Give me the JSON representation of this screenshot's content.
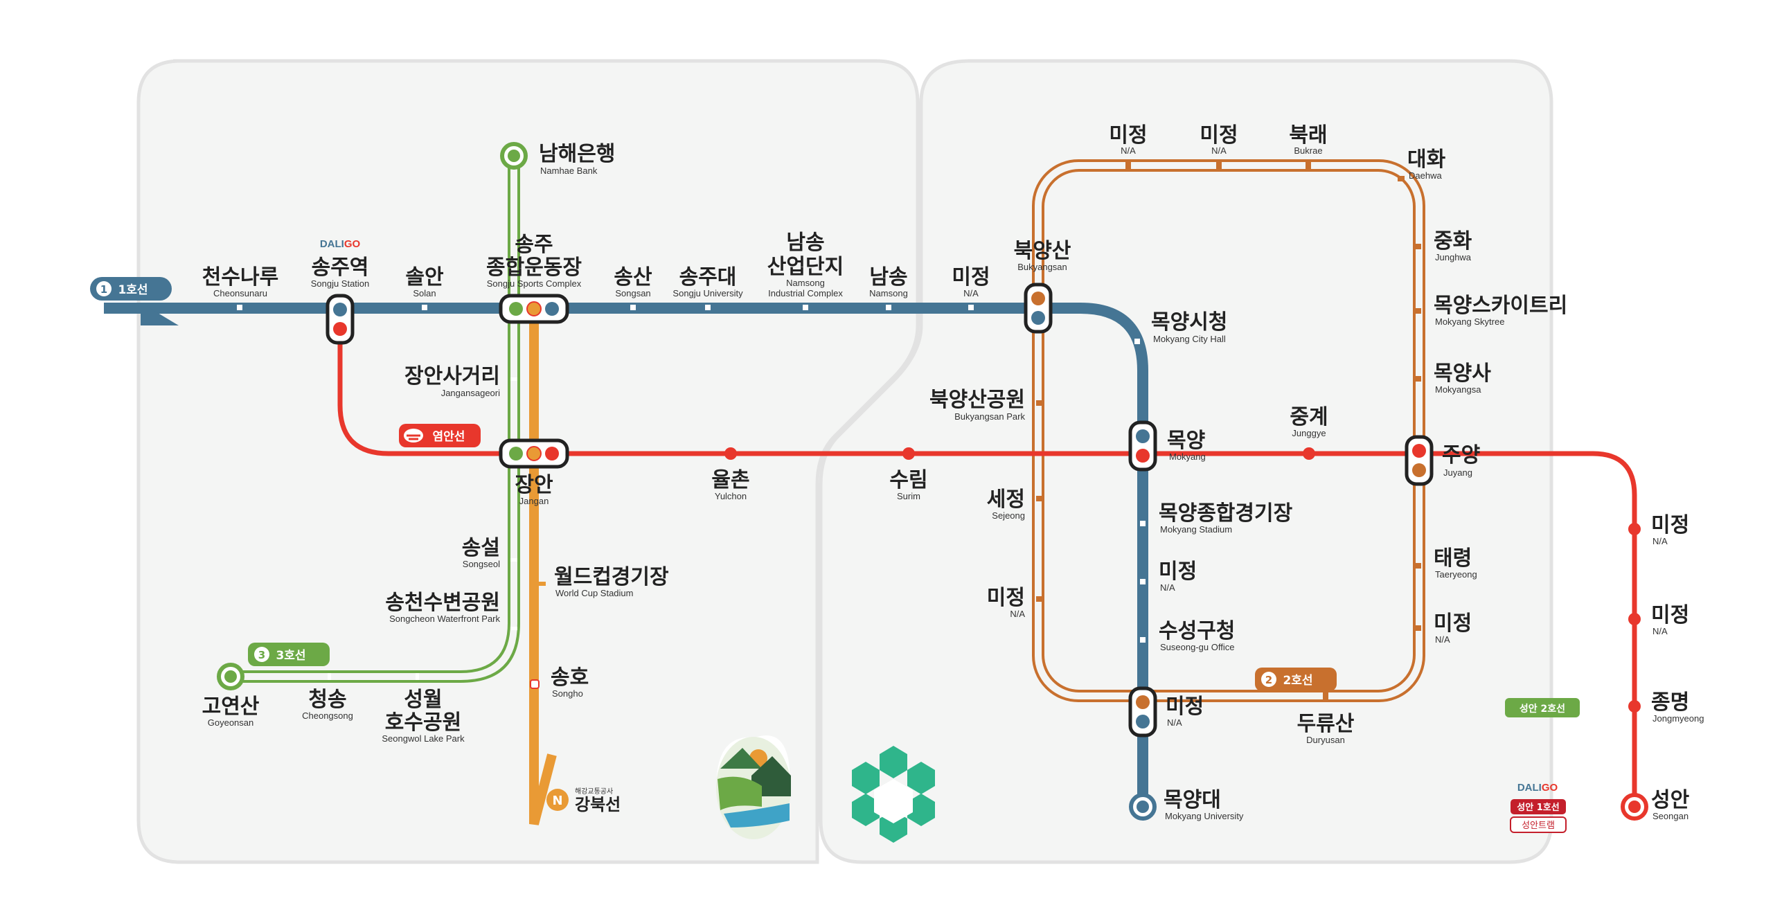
{
  "lines": {
    "line1": {
      "color": "#457594",
      "label": "1호선",
      "num": "1"
    },
    "line2": {
      "color": "#C8702E",
      "label": "2호선",
      "num": "2"
    },
    "line3": {
      "color": "#6CA946",
      "label": "3호선",
      "num": "3"
    },
    "yeoman": {
      "color": "#E8372C",
      "label": "염안선"
    },
    "gangbuk": {
      "color": "#E99A35",
      "label": "강북선",
      "operator": "해강교통공사",
      "num": "N"
    },
    "seongan": {
      "color": "#E8372C"
    }
  },
  "stations": {
    "namhae": {
      "ko": "남해은행",
      "en": "Namhae Bank"
    },
    "cheonsunaru": {
      "ko": "천수나루",
      "en": "Cheonsunaru"
    },
    "songju": {
      "ko": "송주역",
      "en": "Songju Station",
      "brand": "DALIGO"
    },
    "solan": {
      "ko": "솔안",
      "en": "Solan"
    },
    "sportscomplex": {
      "ko1": "송주",
      "ko2": "종합운동장",
      "en": "Songju Sports Complex"
    },
    "songsan": {
      "ko": "송산",
      "en": "Songsan"
    },
    "songjudae": {
      "ko": "송주대",
      "en": "Songju University"
    },
    "namsongind": {
      "ko1": "남송",
      "ko2": "산업단지",
      "en1": "Namsong",
      "en2": "Industrial Complex"
    },
    "namsong": {
      "ko": "남송",
      "en": "Namsong"
    },
    "mijeong_l1": {
      "ko": "미정",
      "en": "N/A"
    },
    "bukyangsan": {
      "ko": "북양산",
      "en": "Bukyangsan"
    },
    "cityhall": {
      "ko": "목양시청",
      "en": "Mokyang City Hall"
    },
    "janganri": {
      "ko": "장안사거리",
      "en": "Jangansageori"
    },
    "jangan": {
      "ko": "장안",
      "en": "Jangan"
    },
    "yulchon": {
      "ko": "율촌",
      "en": "Yulchon"
    },
    "surim": {
      "ko": "수림",
      "en": "Surim"
    },
    "bukpark": {
      "ko": "북양산공원",
      "en": "Bukyangsan Park"
    },
    "mokyang": {
      "ko": "목양",
      "en": "Mokyang"
    },
    "junggye": {
      "ko": "중계",
      "en": "Junggye"
    },
    "juyang": {
      "ko": "주양",
      "en": "Juyang"
    },
    "sejeong": {
      "ko": "세정",
      "en": "Sejeong"
    },
    "mijeong_w": {
      "ko": "미정",
      "en": "N/A"
    },
    "stadium": {
      "ko": "목양종합경기장",
      "en": "Mokyang Stadium"
    },
    "mijeong_c": {
      "ko": "미정",
      "en": "N/A"
    },
    "suseong": {
      "ko": "수성구청",
      "en": "Suseong-gu Office"
    },
    "mijeong_sw": {
      "ko": "미정",
      "en": "N/A"
    },
    "duryusan": {
      "ko": "두류산",
      "en": "Duryusan"
    },
    "mokyangdae": {
      "ko": "목양대",
      "en": "Mokyang University"
    },
    "mijeong_t1": {
      "ko": "미정",
      "en": "N/A"
    },
    "mijeong_t2": {
      "ko": "미정",
      "en": "N/A"
    },
    "bukrae": {
      "ko": "북래",
      "en": "Bukrae"
    },
    "daehwa": {
      "ko": "대화",
      "en": "Daehwa"
    },
    "junghwa": {
      "ko": "중화",
      "en": "Junghwa"
    },
    "skytree": {
      "ko": "목양스카이트리",
      "en": "Mokyang Skytree"
    },
    "mokyangsa": {
      "ko": "목양사",
      "en": "Mokyangsa"
    },
    "taeryeong": {
      "ko": "태령",
      "en": "Taeryeong"
    },
    "mijeong_e": {
      "ko": "미정",
      "en": "N/A"
    },
    "mijeong_r1": {
      "ko": "미정",
      "en": "N/A"
    },
    "mijeong_r2": {
      "ko": "미정",
      "en": "N/A"
    },
    "jongmyeong": {
      "ko": "종명",
      "en": "Jongmyeong"
    },
    "seongan": {
      "ko": "성안",
      "en": "Seongan",
      "brand": "DALIGO",
      "tag1": "성안 1호선",
      "tag2": "성안트램"
    },
    "songseol": {
      "ko": "송설",
      "en": "Songseol"
    },
    "waterfront": {
      "ko": "송천수변공원",
      "en": "Songcheon Waterfront Park"
    },
    "goyeonsan": {
      "ko": "고연산",
      "en": "Goyeonsan"
    },
    "cheongsong": {
      "ko": "청송",
      "en": "Cheongsong"
    },
    "lakepark": {
      "ko1": "성월",
      "ko2": "호수공원",
      "en": "Seongwol Lake Park"
    },
    "worldcup": {
      "ko": "월드컵경기장",
      "en": "World Cup Stadium"
    },
    "songho": {
      "ko": "송호",
      "en": "Songho"
    }
  },
  "badges": {
    "seongan2": "성안 2호선"
  }
}
